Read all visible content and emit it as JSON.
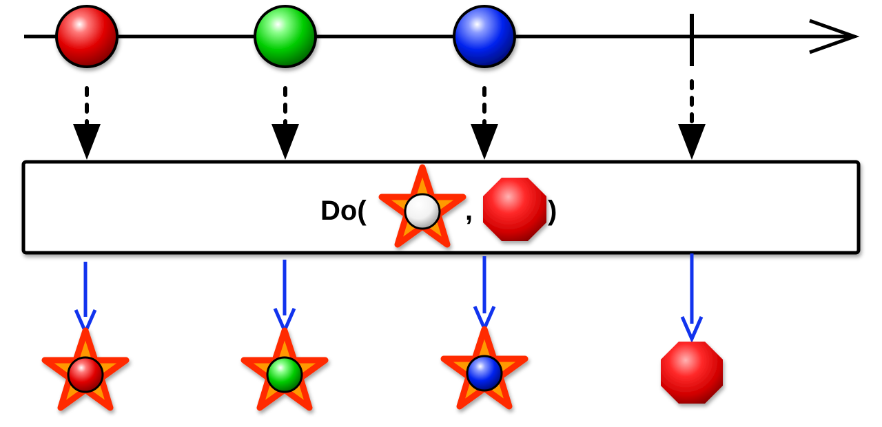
{
  "operator": {
    "name": "Do(",
    "separator": ",",
    "close": ")"
  },
  "marbles": [
    {
      "color": "red",
      "fill": "#e60000"
    },
    {
      "color": "green",
      "fill": "#00cc00"
    },
    {
      "color": "blue",
      "fill": "#0022ee"
    }
  ],
  "colors": {
    "line": "#000000",
    "output_arrow": "#1133ee",
    "star_outer": "#ff2a00",
    "star_inner": "#ff9900",
    "stop_sign": "#dd0000",
    "red": "#ff2222",
    "green": "#22dd22",
    "blue": "#2244ff"
  },
  "icons": {
    "next_handler": "star-icon",
    "completed_handler": "octagon-icon"
  }
}
